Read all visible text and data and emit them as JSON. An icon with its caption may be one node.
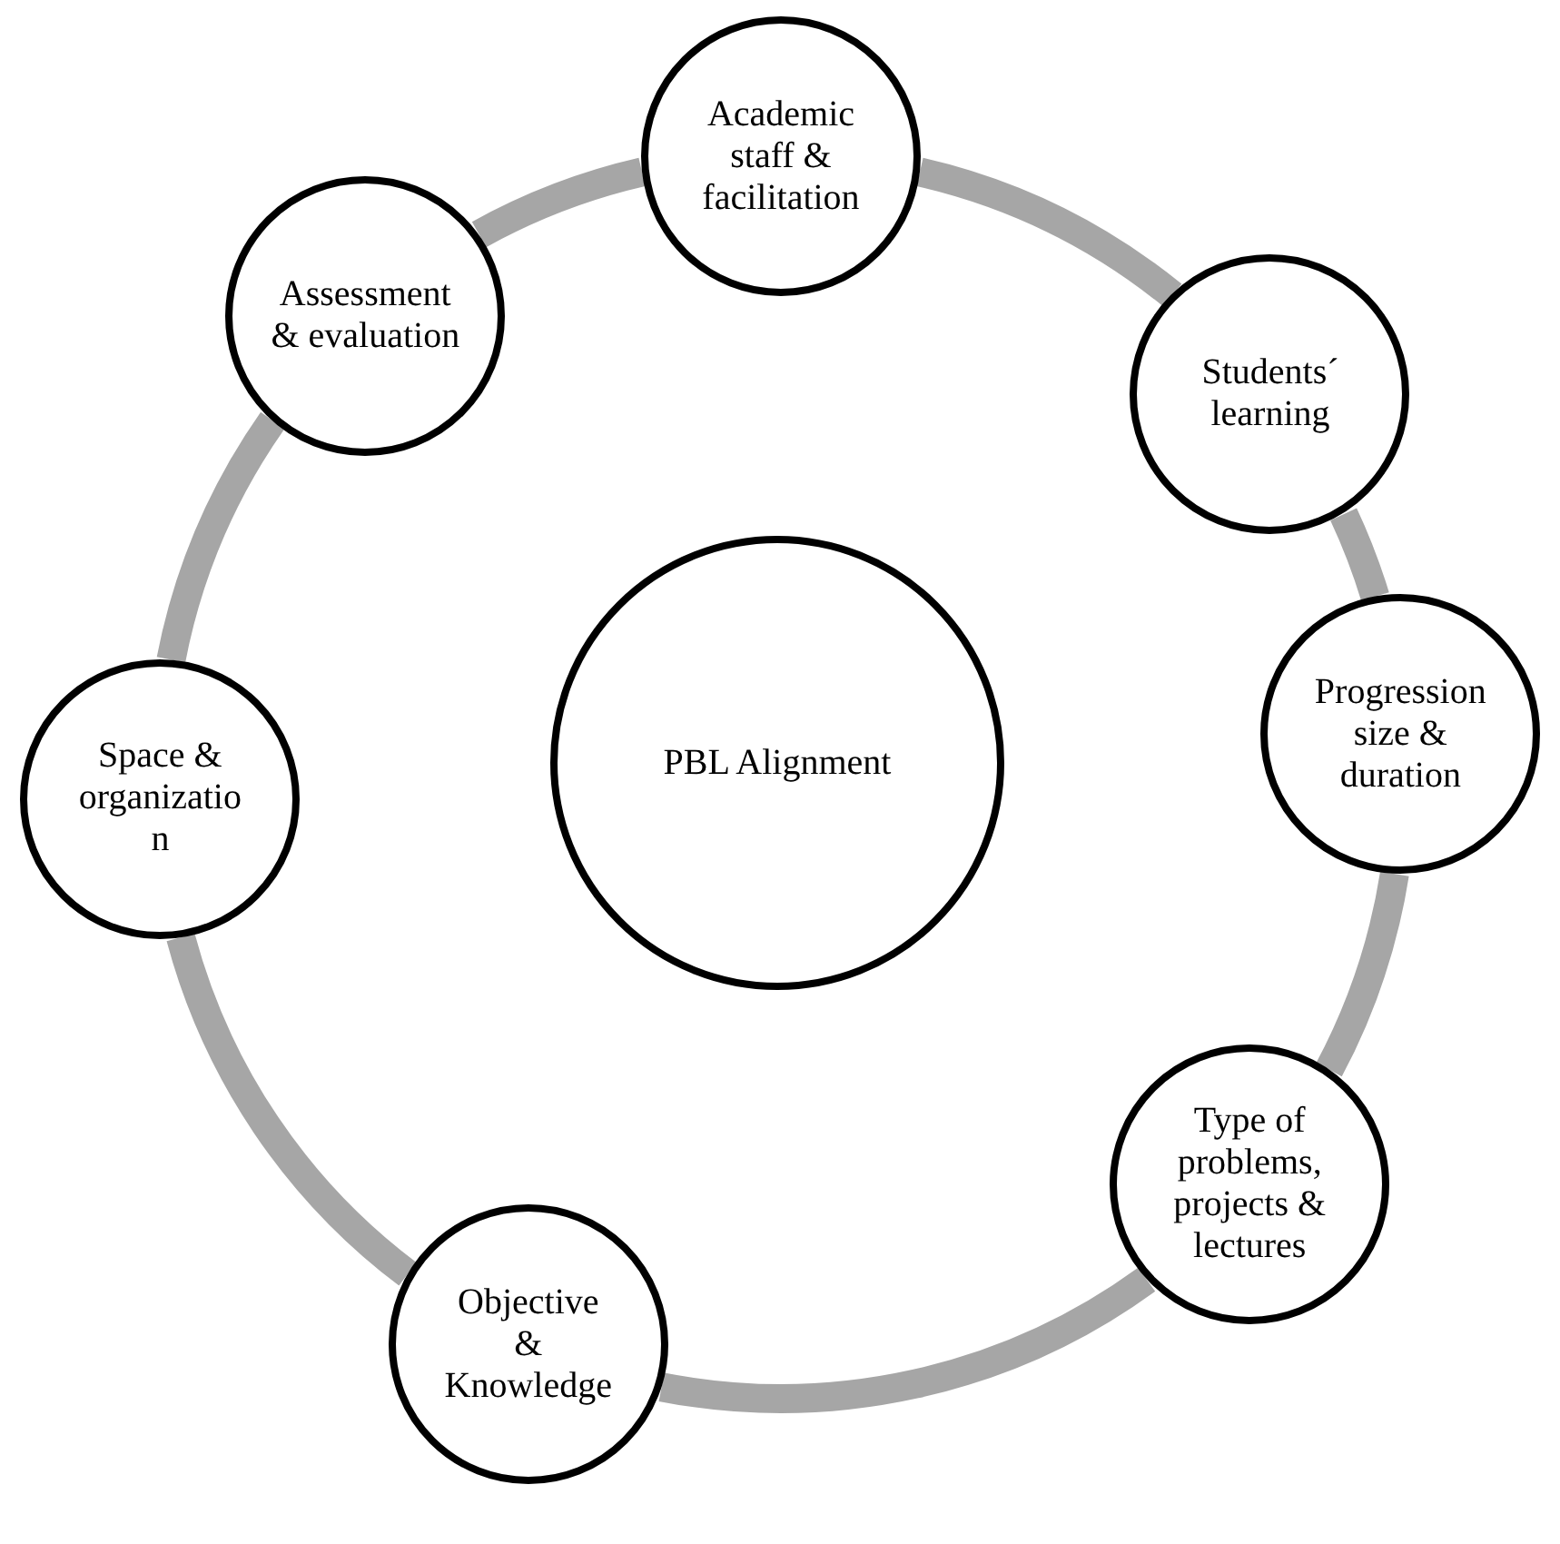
{
  "diagram": {
    "nodes": [
      {
        "text": [
          "PBL Alignment"
        ]
      },
      {
        "text": [
          "Academic staff & facilitation"
        ]
      },
      {
        "text": [
          "Students´ learning"
        ]
      },
      {
        "text": [
          "Progression size & duration"
        ]
      },
      {
        "text": [
          "Type of problems, projects & lectures"
        ]
      },
      {
        "text": [
          "Objective & Knowledge"
        ]
      },
      {
        "text": [
          "Space & organizatio n"
        ]
      },
      {
        "text": [
          "Assessment & evaluation"
        ]
      }
    ],
    "edges": [
      {
        "from": 1,
        "to": 2,
        "arrow": "none"
      },
      {
        "from": 2,
        "to": 3,
        "arrow": "none"
      },
      {
        "from": 3,
        "to": 4,
        "arrow": "none"
      },
      {
        "from": 4,
        "to": 5,
        "arrow": "none"
      },
      {
        "from": 5,
        "to": 6,
        "arrow": "none"
      },
      {
        "from": 6,
        "to": 7,
        "arrow": "none"
      },
      {
        "from": 7,
        "to": 1,
        "arrow": "none"
      }
    ]
  }
}
